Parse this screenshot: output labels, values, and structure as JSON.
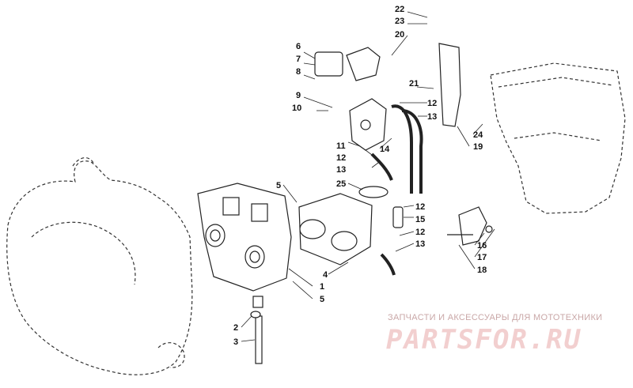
{
  "callouts": [
    {
      "id": "c1",
      "text": "1"
    },
    {
      "id": "c2",
      "text": "2"
    },
    {
      "id": "c3",
      "text": "3"
    },
    {
      "id": "c4",
      "text": "4"
    },
    {
      "id": "c5a",
      "text": "5"
    },
    {
      "id": "c5b",
      "text": "5"
    },
    {
      "id": "c6",
      "text": "6"
    },
    {
      "id": "c7",
      "text": "7"
    },
    {
      "id": "c8",
      "text": "8"
    },
    {
      "id": "c9",
      "text": "9"
    },
    {
      "id": "c10",
      "text": "10"
    },
    {
      "id": "c11",
      "text": "11"
    },
    {
      "id": "c12a",
      "text": "12"
    },
    {
      "id": "c12b",
      "text": "12"
    },
    {
      "id": "c12c",
      "text": "12"
    },
    {
      "id": "c12d",
      "text": "12"
    },
    {
      "id": "c13a",
      "text": "13"
    },
    {
      "id": "c13b",
      "text": "13"
    },
    {
      "id": "c13c",
      "text": "13"
    },
    {
      "id": "c14",
      "text": "14"
    },
    {
      "id": "c15",
      "text": "15"
    },
    {
      "id": "c16",
      "text": "16"
    },
    {
      "id": "c17",
      "text": "17"
    },
    {
      "id": "c18",
      "text": "18"
    },
    {
      "id": "c19",
      "text": "19"
    },
    {
      "id": "c20",
      "text": "20"
    },
    {
      "id": "c21",
      "text": "21"
    },
    {
      "id": "c22",
      "text": "22"
    },
    {
      "id": "c23",
      "text": "23"
    },
    {
      "id": "c24",
      "text": "24"
    },
    {
      "id": "c25",
      "text": "25"
    }
  ],
  "watermark": {
    "caption": "ЗАПЧАСТИ И АКСЕССУАРЫ ДЛЯ МОТОТЕХНИКИ",
    "logo_text": "PARTSFOR.RU",
    "color": "#f2cfcf"
  }
}
